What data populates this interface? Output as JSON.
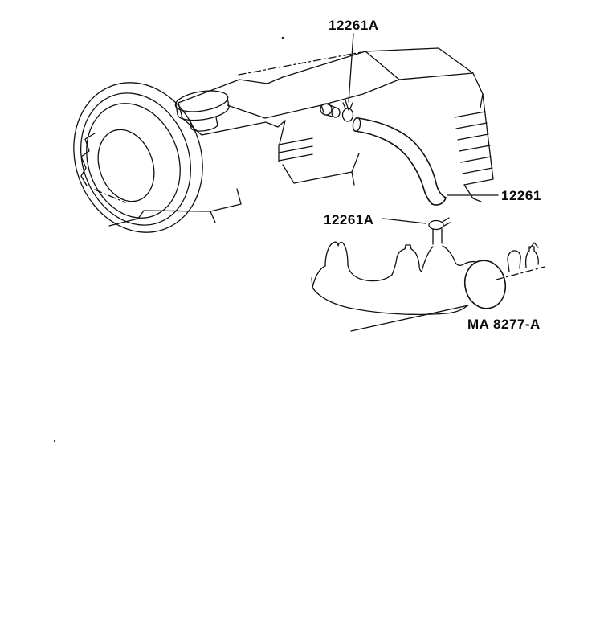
{
  "figure": {
    "background": "#ffffff",
    "line_color": "#111111",
    "labels": {
      "upper_clamp": "12261A",
      "hose_part": "12261",
      "lower_clamp": "12261A",
      "figure_code": "MA 8277-A"
    }
  }
}
